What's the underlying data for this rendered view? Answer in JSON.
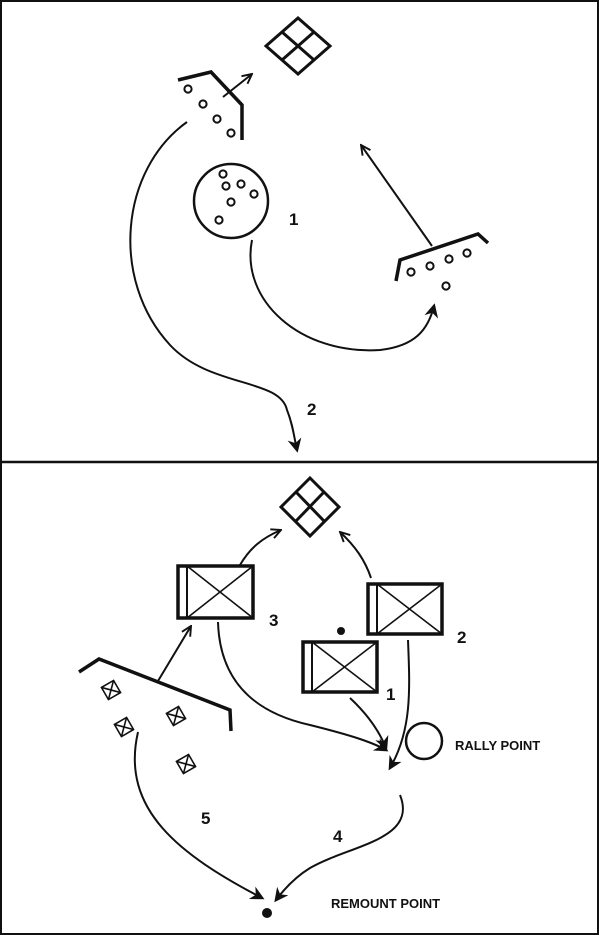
{
  "top_panel": {
    "labels": {
      "step1": "1",
      "step2": "2"
    }
  },
  "bottom_panel": {
    "labels": {
      "step1": "1",
      "step2": "2",
      "step3": "3",
      "step4": "4",
      "step5": "5",
      "rally_point": "RALLY POINT",
      "remount_point": "REMOUNT POINT"
    }
  },
  "colors": {
    "ink": "#111111",
    "background": "#ffffff"
  }
}
